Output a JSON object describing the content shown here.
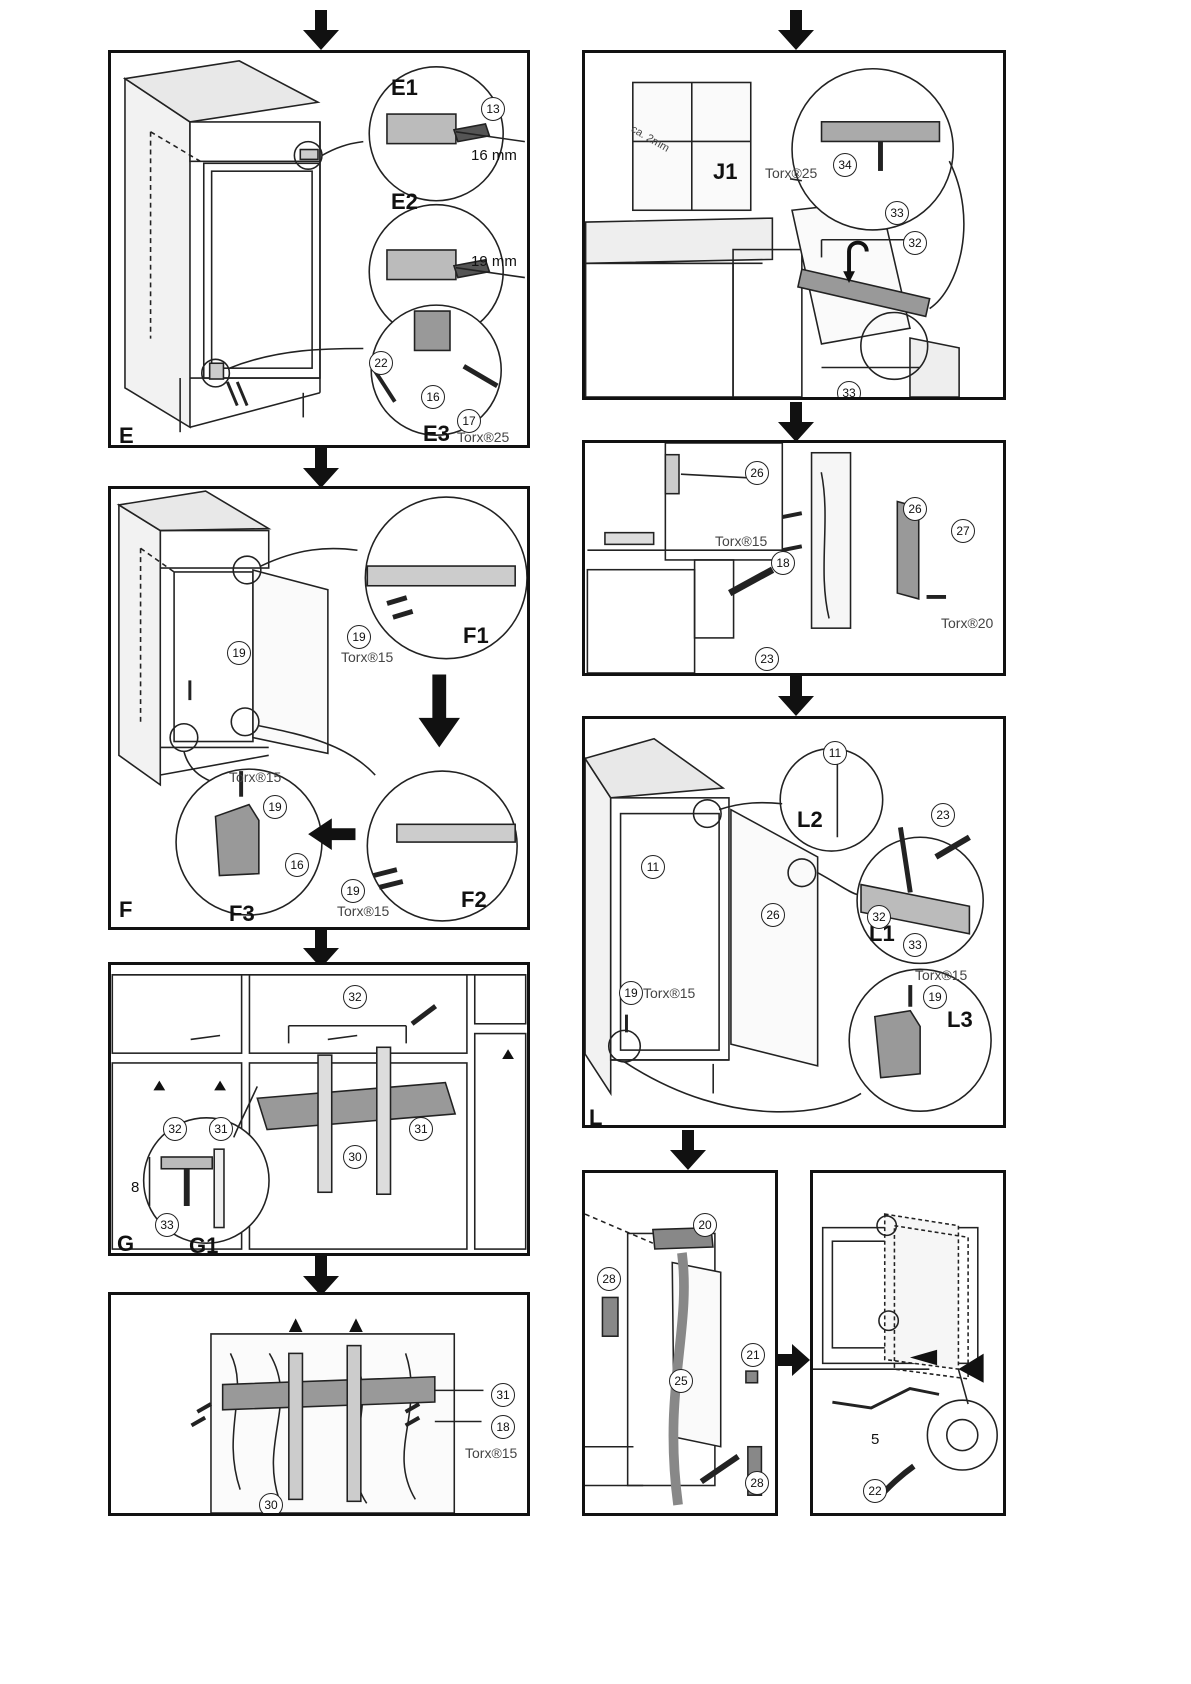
{
  "steps": {
    "E": {
      "label": "E",
      "E1": "E1",
      "E2": "E2",
      "E3": "E3",
      "mm1": "16 mm",
      "mm2": "19 mm",
      "n13": "13",
      "n16": "16",
      "n17": "17",
      "n22": "22",
      "torx": "Torx®25"
    },
    "F": {
      "label": "F",
      "F1": "F1",
      "F2": "F2",
      "F3": "F3",
      "n19a": "19",
      "n19b": "19",
      "n19c": "19",
      "n19d": "19",
      "n16": "16",
      "torx": "Torx®15"
    },
    "G": {
      "label": "G",
      "G1": "G1",
      "n32a": "32",
      "n32b": "32",
      "n31a": "31",
      "n31b": "31",
      "n30": "30",
      "n33": "33",
      "dim8": "8"
    },
    "H": {
      "n31": "31",
      "n18": "18",
      "n30": "30",
      "torx": "Torx®15"
    },
    "J": {
      "J1": "J1",
      "n34": "34",
      "n33a": "33",
      "n32": "32",
      "n33b": "33",
      "torx": "Torx®25",
      "ca": "ca. 2mm"
    },
    "K": {
      "n26a": "26",
      "n26b": "26",
      "n27": "27",
      "n18": "18",
      "n23": "23",
      "torx15": "Torx®15",
      "torx20": "Torx®20"
    },
    "L": {
      "label": "L",
      "L1": "L1",
      "L2": "L2",
      "L3": "L3",
      "n11a": "11",
      "n11b": "11",
      "n23": "23",
      "n26": "26",
      "n32": "32",
      "n33": "33",
      "n19a": "19",
      "n19b": "19",
      "torx15": "Torx®15"
    },
    "M": {
      "n20": "20",
      "n21": "21",
      "n28a": "28",
      "n28b": "28",
      "n25": "25",
      "n22": "22",
      "dim5": "5"
    }
  },
  "icons": [
    "arrow-down-icon",
    "arrow-right-icon",
    "torx-screw-icon",
    "wrench-icon",
    "hinge-icon"
  ]
}
